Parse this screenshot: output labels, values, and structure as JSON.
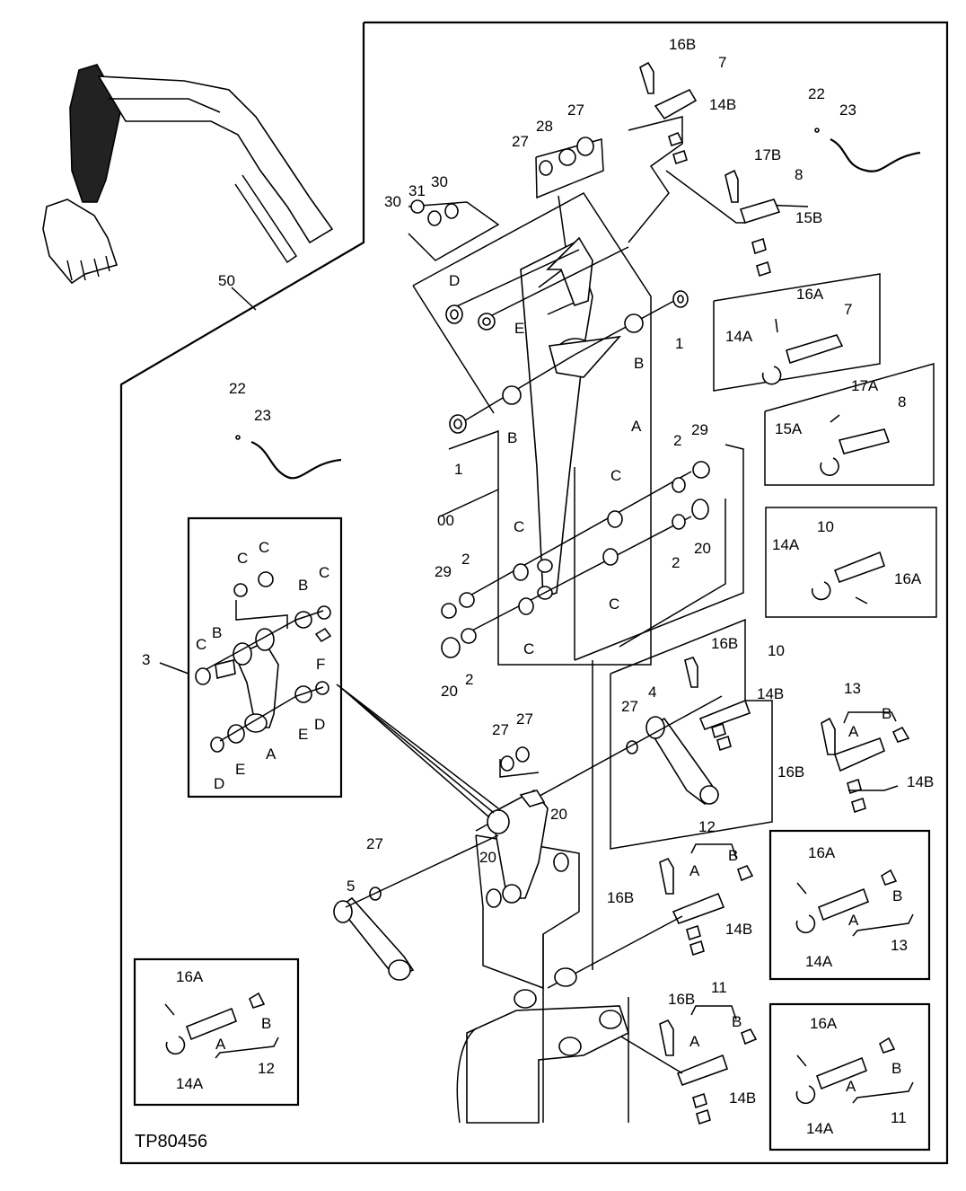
{
  "figure_code": "TP80456",
  "labels": [
    {
      "id": "l16B_a",
      "text": "16B"
    },
    {
      "id": "l7_a",
      "text": "7"
    },
    {
      "id": "l14B_a",
      "text": "14B"
    },
    {
      "id": "l22_a",
      "text": "22"
    },
    {
      "id": "l23_a",
      "text": "23"
    },
    {
      "id": "l27_a",
      "text": "27"
    },
    {
      "id": "l28",
      "text": "28"
    },
    {
      "id": "l27_b",
      "text": "27"
    },
    {
      "id": "l17B",
      "text": "17B"
    },
    {
      "id": "l8_a",
      "text": "8"
    },
    {
      "id": "l15B",
      "text": "15B"
    },
    {
      "id": "l30_a",
      "text": "30"
    },
    {
      "id": "l31",
      "text": "31"
    },
    {
      "id": "l30_b",
      "text": "30"
    },
    {
      "id": "l50",
      "text": "50"
    },
    {
      "id": "lD_top",
      "text": "D"
    },
    {
      "id": "lE_top",
      "text": "E"
    },
    {
      "id": "lB_r",
      "text": "B"
    },
    {
      "id": "l1_r",
      "text": "1"
    },
    {
      "id": "l16A_a",
      "text": "16A"
    },
    {
      "id": "l7_b",
      "text": "7"
    },
    {
      "id": "l14A_a",
      "text": "14A"
    },
    {
      "id": "l17A",
      "text": "17A"
    },
    {
      "id": "l8_b",
      "text": "8"
    },
    {
      "id": "l15A",
      "text": "15A"
    },
    {
      "id": "l22_b",
      "text": "22"
    },
    {
      "id": "l23_b",
      "text": "23"
    },
    {
      "id": "lB_l",
      "text": "B"
    },
    {
      "id": "l1_l",
      "text": "1"
    },
    {
      "id": "lA_boom",
      "text": "A"
    },
    {
      "id": "lC_1",
      "text": "C"
    },
    {
      "id": "l2_a",
      "text": "2"
    },
    {
      "id": "l29_a",
      "text": "29"
    },
    {
      "id": "l00",
      "text": "00"
    },
    {
      "id": "lC_2",
      "text": "C"
    },
    {
      "id": "l2_b",
      "text": "2"
    },
    {
      "id": "l20_a",
      "text": "20"
    },
    {
      "id": "lC_3",
      "text": "C"
    },
    {
      "id": "l29_b",
      "text": "29"
    },
    {
      "id": "l2_c",
      "text": "2"
    },
    {
      "id": "lC_4",
      "text": "C"
    },
    {
      "id": "l2_d",
      "text": "2"
    },
    {
      "id": "l20_b",
      "text": "20"
    },
    {
      "id": "l10_a",
      "text": "10"
    },
    {
      "id": "l14A_b",
      "text": "14A"
    },
    {
      "id": "l16A_b",
      "text": "16A"
    },
    {
      "id": "l3",
      "text": "3"
    },
    {
      "id": "lC_i1",
      "text": "C"
    },
    {
      "id": "lC_i2",
      "text": "C"
    },
    {
      "id": "lC_i3",
      "text": "C"
    },
    {
      "id": "lB_i1",
      "text": "B"
    },
    {
      "id": "lB_i2",
      "text": "B"
    },
    {
      "id": "lC_i4",
      "text": "C"
    },
    {
      "id": "lF",
      "text": "F"
    },
    {
      "id": "lD_i1",
      "text": "D"
    },
    {
      "id": "lE_i1",
      "text": "E"
    },
    {
      "id": "lA_i",
      "text": "A"
    },
    {
      "id": "lE_i2",
      "text": "E"
    },
    {
      "id": "lD_i2",
      "text": "D"
    },
    {
      "id": "l16B_b",
      "text": "16B"
    },
    {
      "id": "l10_b",
      "text": "10"
    },
    {
      "id": "l4",
      "text": "4"
    },
    {
      "id": "l27_c",
      "text": "27"
    },
    {
      "id": "l14B_b",
      "text": "14B"
    },
    {
      "id": "l13_a",
      "text": "13"
    },
    {
      "id": "lB_13",
      "text": "B"
    },
    {
      "id": "lA_13",
      "text": "A"
    },
    {
      "id": "l16B_c",
      "text": "16B"
    },
    {
      "id": "l14B_c",
      "text": "14B"
    },
    {
      "id": "l27_d",
      "text": "27"
    },
    {
      "id": "l27_e",
      "text": "27"
    },
    {
      "id": "l20_c",
      "text": "20"
    },
    {
      "id": "l20_d",
      "text": "20"
    },
    {
      "id": "l12_a",
      "text": "12"
    },
    {
      "id": "lB_12",
      "text": "B"
    },
    {
      "id": "lA_12",
      "text": "A"
    },
    {
      "id": "l16B_d",
      "text": "16B"
    },
    {
      "id": "l14B_d",
      "text": "14B"
    },
    {
      "id": "l16A_c",
      "text": "16A"
    },
    {
      "id": "lB_13b",
      "text": "B"
    },
    {
      "id": "lA_13b",
      "text": "A"
    },
    {
      "id": "l14A_c",
      "text": "14A"
    },
    {
      "id": "l13_b",
      "text": "13"
    },
    {
      "id": "l5",
      "text": "5"
    },
    {
      "id": "l27_f",
      "text": "27"
    },
    {
      "id": "l16A_d",
      "text": "16A"
    },
    {
      "id": "lB_12b",
      "text": "B"
    },
    {
      "id": "lA_12b",
      "text": "A"
    },
    {
      "id": "l14A_d",
      "text": "14A"
    },
    {
      "id": "l12_b",
      "text": "12"
    },
    {
      "id": "l16B_e",
      "text": "16B"
    },
    {
      "id": "l11_a",
      "text": "11"
    },
    {
      "id": "lB_11",
      "text": "B"
    },
    {
      "id": "lA_11",
      "text": "A"
    },
    {
      "id": "l14B_e",
      "text": "14B"
    },
    {
      "id": "l16A_e",
      "text": "16A"
    },
    {
      "id": "lB_11b",
      "text": "B"
    },
    {
      "id": "lA_11b",
      "text": "A"
    },
    {
      "id": "l14A_e",
      "text": "14A"
    },
    {
      "id": "l11_b",
      "text": "11"
    }
  ]
}
